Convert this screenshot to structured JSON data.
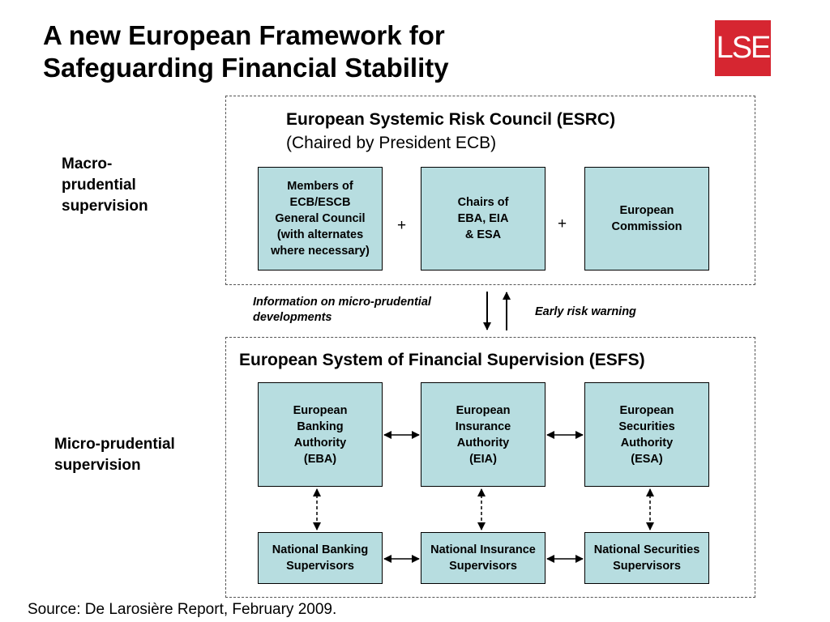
{
  "slide": {
    "title_line1": "A new European Framework for",
    "title_line2": "Safeguarding Financial Stability",
    "logo_text": "LSE",
    "source": "Source: De Larosière Report, February 2009."
  },
  "macro": {
    "side_label": "Macro-\nprudential\nsupervision",
    "header": "European Systemic Risk Council (ESRC)",
    "subheader": "(Chaired by President ECB)",
    "boxes": [
      "Members of\nECB/ESCB\nGeneral Council\n(with alternates\nwhere necessary)",
      "Chairs of\nEBA, EIA\n& ESA",
      "European\nCommission"
    ],
    "plus": "+"
  },
  "flow": {
    "info": "Information on micro-prudential\ndevelopments",
    "warning": "Early risk warning"
  },
  "micro": {
    "side_label": "Micro-prudential\nsupervision",
    "header": "European System of Financial Supervision (ESFS)",
    "authorities": [
      "European\nBanking\nAuthority\n(EBA)",
      "European\nInsurance\nAuthority\n(EIA)",
      "European\nSecurities\nAuthority\n(ESA)"
    ],
    "nationals": [
      "National Banking\nSupervisors",
      "National Insurance\nSupervisors",
      "National Securities\nSupervisors"
    ]
  },
  "colors": {
    "box_fill": "#b7dde0",
    "logo_red": "#d62631"
  }
}
